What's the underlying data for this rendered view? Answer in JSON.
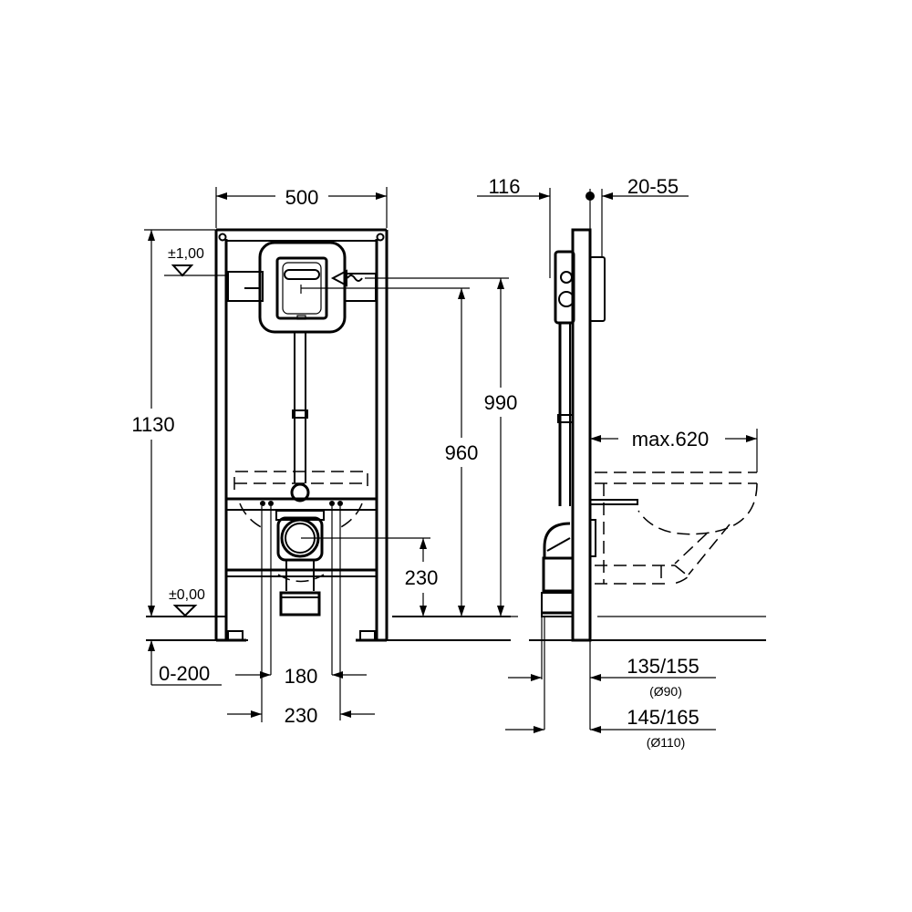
{
  "drawing": {
    "title": "Wall-hung WC installation frame – dimension drawing",
    "colors": {
      "line": "#000000",
      "background": "#ffffff"
    },
    "front_view": {
      "width_label": "500",
      "height_label": "1130",
      "level_top_label": "±1,00",
      "level_floor_label": "±0,00",
      "floor_adjust_label": "0-200",
      "inner_spacing_label": "180",
      "outer_spacing_label": "230",
      "drain_height_label": "230",
      "flush_plate_height_label": "960",
      "water_inlet_height_label": "990"
    },
    "side_view": {
      "depth_label": "116",
      "wall_finish_label": "20-55",
      "bowl_projection_label": "max.620",
      "drain_offset_90_label": "135/155",
      "drain_diameter_90_label": "(Ø90)",
      "drain_offset_110_label": "145/165",
      "drain_diameter_110_label": "(Ø110)"
    }
  }
}
